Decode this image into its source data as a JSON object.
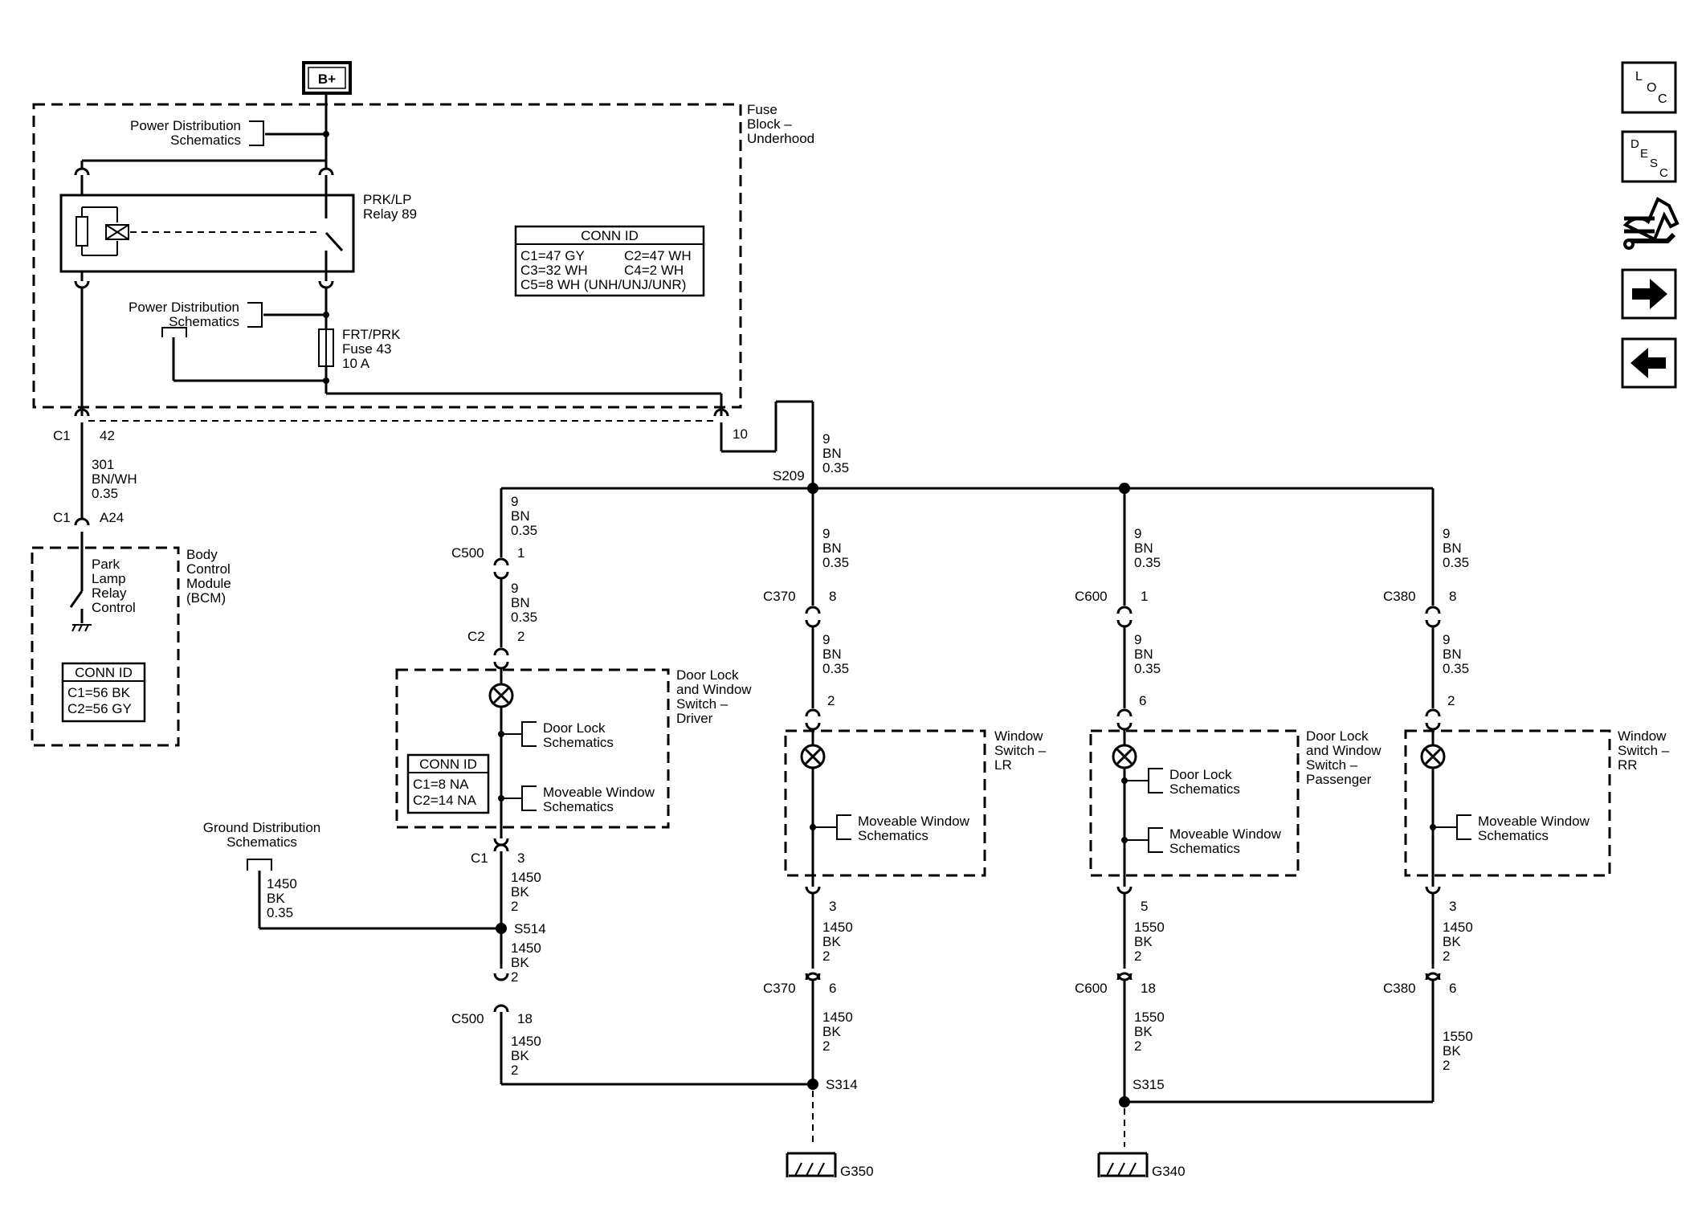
{
  "top": {
    "bplus": "B+",
    "fuse_block": [
      "Fuse",
      "Block –",
      "Underhood"
    ],
    "power_dist_1": [
      "Power Distribution",
      "Schematics"
    ],
    "power_dist_2": [
      "Power Distribution",
      "Schematics"
    ],
    "relay": [
      "PRK/LP",
      "Relay 89"
    ],
    "fuse": [
      "FRT/PRK",
      "Fuse 43",
      "10 A"
    ],
    "conn_id_fuse": {
      "title": "CONN ID",
      "rows": [
        "C1=47 GY",
        "C2=47 WH",
        "C3=32 WH",
        "C4=2 WH",
        "C5=8 WH (UNH/UNJ/UNR)"
      ]
    }
  },
  "bcm": {
    "c1_top": "C1",
    "pin_42": "42",
    "wire_301": [
      "301",
      "BN/WH",
      "0.35"
    ],
    "c1_bcm": "C1",
    "pin_a24": "A24",
    "name": [
      "Body",
      "Control",
      "Module",
      "(BCM)"
    ],
    "switch": [
      "Park",
      "Lamp",
      "Relay",
      "Control"
    ],
    "conn_id": {
      "title": "CONN ID",
      "rows": [
        "C1=56 BK",
        "C2=56 GY"
      ]
    }
  },
  "splice": {
    "pin_10": "10",
    "wire_9": [
      "9",
      "BN",
      "0.35"
    ],
    "s209": "S209"
  },
  "driver": {
    "wire_a": [
      "9",
      "BN",
      "0.35"
    ],
    "c500": "C500",
    "pin_1": "1",
    "wire_b": [
      "9",
      "BN",
      "0.35"
    ],
    "c2": "C2",
    "pin_2": "2",
    "name": [
      "Door Lock",
      "and Window",
      "Switch –",
      "Driver"
    ],
    "door_lock": [
      "Door Lock",
      "Schematics"
    ],
    "moveable": [
      "Moveable Window",
      "Schematics"
    ],
    "conn_id": {
      "title": "CONN ID",
      "rows": [
        "C1=8 NA",
        "C2=14 NA"
      ]
    },
    "c1": "C1",
    "pin_3": "3",
    "wire_c": [
      "1450",
      "BK",
      "2"
    ],
    "s514": "S514",
    "wire_d": [
      "1450",
      "BK",
      "2"
    ],
    "c500b": "C500",
    "pin_18": "18",
    "wire_e": [
      "1450",
      "BK",
      "2"
    ],
    "ground_dist": [
      "Ground Distribution",
      "Schematics"
    ],
    "ground_wire": [
      "1450",
      "BK",
      "0.35"
    ]
  },
  "lr": {
    "wire_a": [
      "9",
      "BN",
      "0.35"
    ],
    "c370": "C370",
    "pin_8": "8",
    "wire_b": [
      "9",
      "BN",
      "0.35"
    ],
    "pin_2": "2",
    "name": [
      "Window",
      "Switch –",
      "LR"
    ],
    "moveable": [
      "Moveable Window",
      "Schematics"
    ],
    "pin_3": "3",
    "wire_c": [
      "1450",
      "BK",
      "2"
    ],
    "c370b": "C370",
    "pin_6": "6",
    "wire_d": [
      "1450",
      "BK",
      "2"
    ],
    "s314": "S314",
    "g350": "G350"
  },
  "pass": {
    "wire_a": [
      "9",
      "BN",
      "0.35"
    ],
    "c600": "C600",
    "pin_1": "1",
    "wire_b": [
      "9",
      "BN",
      "0.35"
    ],
    "pin_6": "6",
    "name": [
      "Door Lock",
      "and Window",
      "Switch –",
      "Passenger"
    ],
    "door_lock": [
      "Door Lock",
      "Schematics"
    ],
    "moveable": [
      "Moveable Window",
      "Schematics"
    ],
    "pin_5": "5",
    "wire_c": [
      "1550",
      "BK",
      "2"
    ],
    "c600b": "C600",
    "pin_18": "18",
    "wire_d": [
      "1550",
      "BK",
      "2"
    ],
    "s315": "S315",
    "g340": "G340"
  },
  "rr": {
    "wire_a": [
      "9",
      "BN",
      "0.35"
    ],
    "c380": "C380",
    "pin_8": "8",
    "wire_b": [
      "9",
      "BN",
      "0.35"
    ],
    "pin_2": "2",
    "name": [
      "Window",
      "Switch –",
      "RR"
    ],
    "moveable": [
      "Moveable Window",
      "Schematics"
    ],
    "pin_3": "3",
    "wire_c": [
      "1450",
      "BK",
      "2"
    ],
    "c380b": "C380",
    "pin_6": "6",
    "wire_d": [
      "1550",
      "BK",
      "2"
    ]
  },
  "nav": {
    "loc": [
      "L",
      "O",
      "C"
    ],
    "desc": [
      "D",
      "E",
      "S",
      "C"
    ],
    "icons": [
      "loc-icon",
      "desc-icon",
      "wiring-tools-icon",
      "arrow-right-icon",
      "arrow-left-icon"
    ]
  }
}
